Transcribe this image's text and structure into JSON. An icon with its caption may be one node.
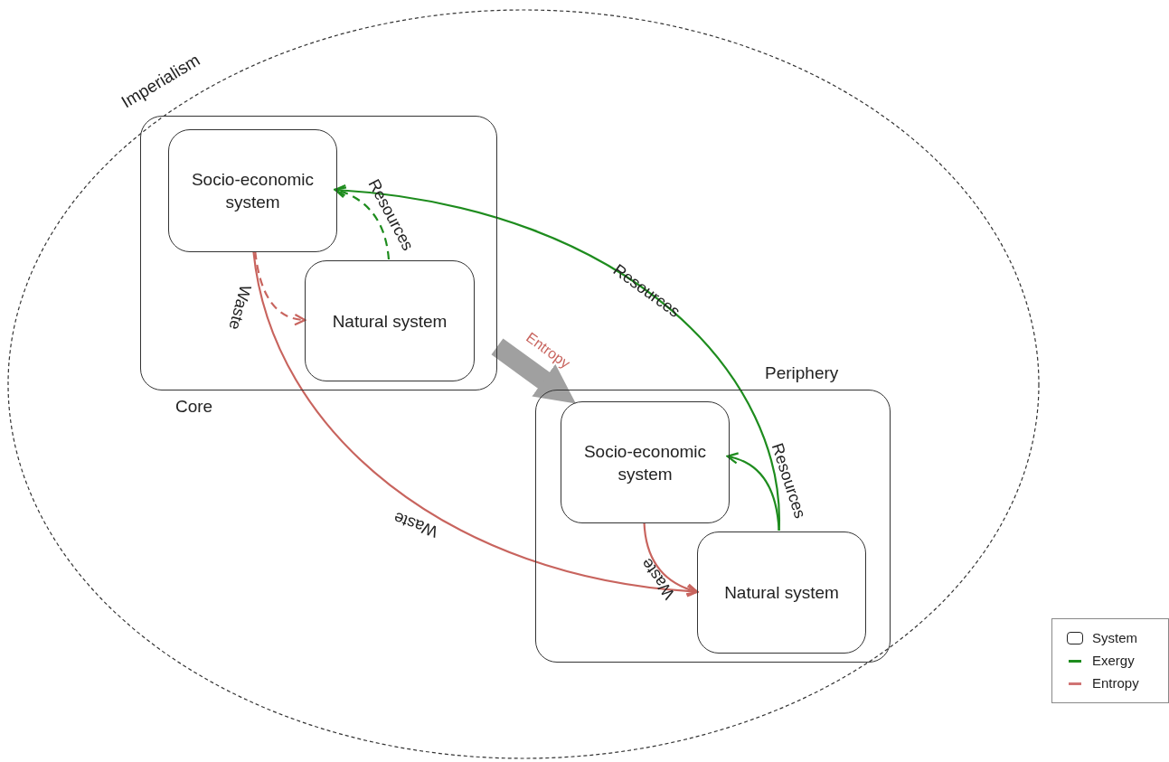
{
  "diagram": {
    "nodes": [
      {
        "text": [
          "Imperialism"
        ]
      },
      {
        "text": [
          "Core"
        ],
        "in": 0
      },
      {
        "text": [
          "Socio-economic system"
        ],
        "in": 1
      },
      {
        "text": [
          "Natural system"
        ],
        "in": 1
      },
      {
        "text": [
          "Periphery"
        ],
        "in": 0
      },
      {
        "text": [
          "Socio-economic system"
        ],
        "in": 4
      },
      {
        "text": [
          "Natural system"
        ],
        "in": 4
      }
    ],
    "edges": [
      {
        "from": 3,
        "to": 2,
        "arrow": "to",
        "label": "Resources",
        "style": "dashed",
        "color": "#1e8c1e"
      },
      {
        "from": 2,
        "to": 3,
        "arrow": "to",
        "label": "Waste",
        "style": "dashed",
        "color": "#c8645e"
      },
      {
        "from": 2,
        "to": 6,
        "arrow": "to",
        "label": "Waste",
        "color": "#c8645e"
      },
      {
        "from": 6,
        "to": 2,
        "arrow": "to",
        "label": "Resources",
        "color": "#1e8c1e"
      },
      {
        "from": 6,
        "to": 5,
        "arrow": "to",
        "label": "Resources",
        "color": "#1e8c1e"
      },
      {
        "from": 5,
        "to": 6,
        "arrow": "to",
        "label": "Waste",
        "color": "#c8645e"
      },
      {
        "from": 1,
        "to": 4,
        "arrow": "to",
        "label": "Entropy",
        "style": "thick",
        "color": "#a0a0a0"
      }
    ],
    "legend": [
      {
        "text": "System"
      },
      {
        "text": "Exergy",
        "color": "#1e8c1e"
      },
      {
        "text": "Entropy",
        "color": "#d07474"
      }
    ]
  }
}
